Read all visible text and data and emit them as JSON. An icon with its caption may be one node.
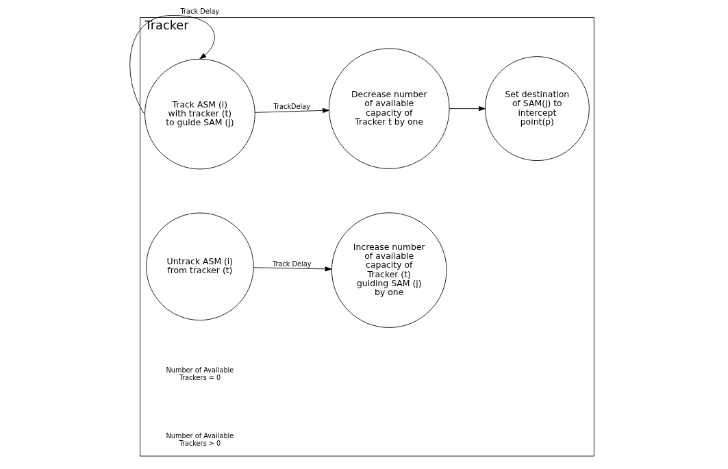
{
  "diagram": {
    "nodes": [
      {
        "text": [
          "Tracker"
        ]
      },
      {
        "text": [
          "Track ASM (i) with tracker (t) to guide SAM (j)"
        ],
        "in": 0
      },
      {
        "text": [
          "Decrease number of available capacity of Tracker t by one"
        ],
        "in": 0
      },
      {
        "text": [
          "Set destination of SAM(j) to intercept point(p)"
        ],
        "in": 0
      },
      {
        "text": [
          "Untrack ASM (i) from tracker (t)"
        ],
        "in": 0
      },
      {
        "text": [
          "Increase number of available capacity of Tracker (t) guiding SAM (j) by one"
        ],
        "in": 0
      }
    ],
    "edges": [
      {
        "from": 1,
        "to": 1,
        "arrow": "to",
        "label": "Track Delay"
      },
      {
        "from": 1,
        "to": 2,
        "arrow": "to",
        "label": "TrackDelay"
      },
      {
        "from": 2,
        "to": 3,
        "arrow": "to"
      },
      {
        "from": 4,
        "to": 5,
        "arrow": "to",
        "label": "Track Delay"
      }
    ],
    "labels": [
      "Number of Available Trackers = 0",
      "Number of Available Trackers > 0"
    ]
  }
}
